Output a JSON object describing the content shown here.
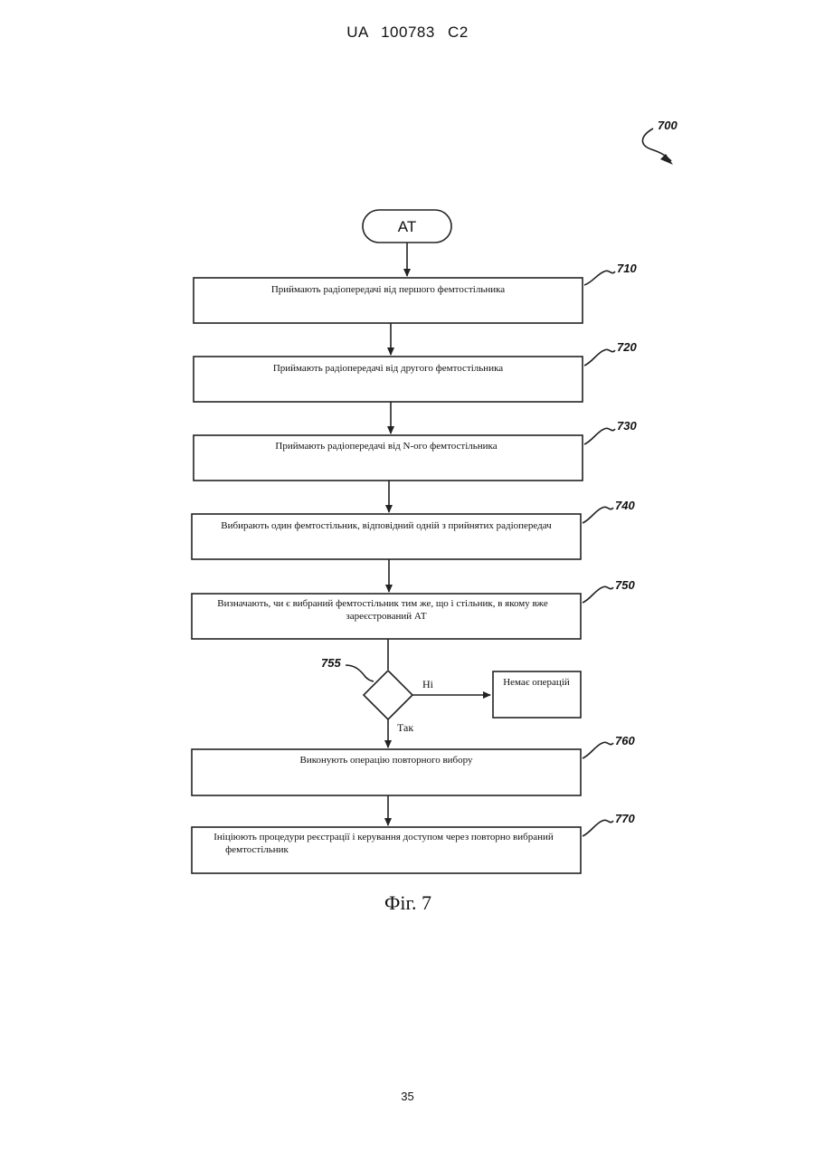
{
  "header": {
    "text": "UA 100783 C2"
  },
  "page_number": "35",
  "figure": {
    "ref": "700",
    "caption": "Фіг. 7",
    "start": {
      "label": "AT"
    },
    "steps": [
      {
        "ref": "710",
        "lines": [
          "Приймають радіопередачі від першого фемтостільника"
        ]
      },
      {
        "ref": "720",
        "lines": [
          "Приймають радіопередачі від другого фемтостільника"
        ]
      },
      {
        "ref": "730",
        "lines": [
          "Приймають радіопередачі від N-ого фемтостільника"
        ]
      },
      {
        "ref": "740",
        "lines": [
          "Вибирають один фемтостільник, відповідний одній з прийнятих радіопередач"
        ]
      },
      {
        "ref": "750",
        "lines": [
          "Визначають, чи є вибраний фемтостільник тим же, що і стільник, в якому вже",
          "зареєстрований АТ"
        ]
      },
      {
        "ref": "760",
        "lines": [
          "Виконують операцію повторного вибору"
        ]
      },
      {
        "ref": "770",
        "lines": [
          "Ініціюють процедури реєстрації і керування доступом через повторно вибраний",
          "фемтостільник"
        ]
      }
    ],
    "decision": {
      "ref": "755",
      "no_label": "Ні",
      "yes_label": "Так"
    },
    "no_op": {
      "label": "Немає операцій"
    }
  }
}
